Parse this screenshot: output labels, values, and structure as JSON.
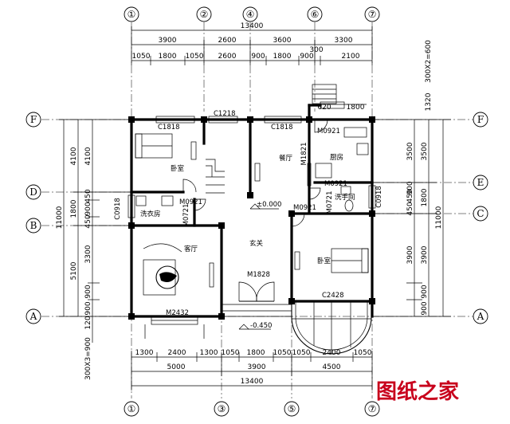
{
  "axes_top": [
    "①",
    "②",
    "④",
    "⑥",
    "⑦"
  ],
  "axes_bottom": [
    "①",
    "③",
    "⑤",
    "⑦"
  ],
  "axes_left": [
    "F",
    "D",
    "B",
    "A"
  ],
  "axes_right": [
    "F",
    "E",
    "C",
    "A"
  ],
  "top_dims": {
    "total": "13400",
    "row1": [
      "3900",
      "2600",
      "3600",
      "3300"
    ],
    "row2": [
      "1050",
      "1800",
      "1050",
      "2600",
      "900",
      "1800",
      "900",
      "300",
      "2100"
    ],
    "stair": [
      "1320",
      "620",
      "1800"
    ],
    "side_note": "300X2=600"
  },
  "bottom_dims": {
    "row1": [
      "1300",
      "2400",
      "1300",
      "1050",
      "1800",
      "1050",
      "1050",
      "2400",
      "1050"
    ],
    "row2": [
      "5000",
      "3900",
      "4500"
    ],
    "total": "13400"
  },
  "left_dims": {
    "outer": "11000",
    "mid": [
      "4100",
      "1800",
      "5100"
    ],
    "inner": [
      "4100",
      "450",
      "900",
      "450",
      "3300",
      "900",
      "900"
    ],
    "extra": [
      "120",
      "300X3=900"
    ]
  },
  "right_dims": {
    "outer": "11000",
    "mid": [
      "3500",
      "1800",
      "3900"
    ],
    "inner": [
      "3500",
      "900",
      "450",
      "450",
      "1800",
      "3900",
      "900",
      "900"
    ]
  },
  "rooms": {
    "bedroom1": "卧室",
    "laundry": "洗衣房",
    "living": "客厅",
    "dining": "餐厅",
    "kitchen": "厨房",
    "foyer": "玄关",
    "washroom": "洗手间",
    "bedroom2": "卧室"
  },
  "openings": {
    "c1218": "C1218",
    "c1818a": "C1818",
    "c1818b": "C1818",
    "m0921a": "M0921",
    "m0921b": "M0921",
    "m0921c": "M0921",
    "m0921d": "M0921",
    "m0721a": "M0721",
    "m0721b": "M0721",
    "m1821": "M1821",
    "c0918a": "C0918",
    "c0918b": "C0918",
    "m1828": "M1828",
    "m2432": "M2432",
    "c2428": "C2428"
  },
  "levels": {
    "floor": "±0.000",
    "outside": "-0.450"
  },
  "watermark": "图纸之家"
}
